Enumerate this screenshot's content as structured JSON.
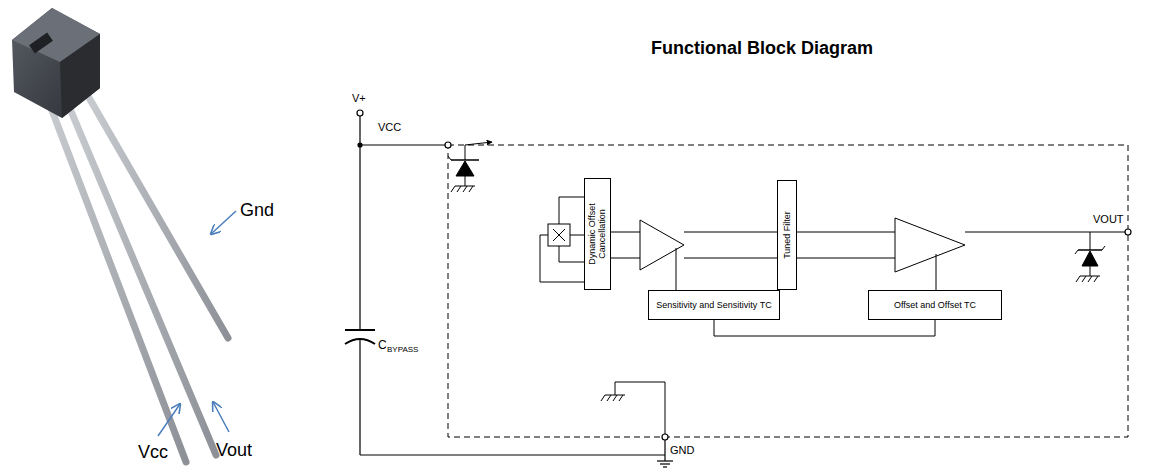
{
  "diagram": {
    "title": "Functional Block Diagram",
    "nodes": [
      {
        "text": [
          "Dynamic Offset Cancellation"
        ]
      },
      {
        "text": [
          "Tuned Filter"
        ]
      },
      {
        "text": [
          "Sensitivity and Sensitivity TC"
        ]
      },
      {
        "text": [
          "Offset and Offset TC"
        ]
      }
    ],
    "edges": [
      {
        "from": 2,
        "to": 3,
        "arrow": "none"
      }
    ],
    "labels": [
      "Gnd",
      "Vcc",
      "Vout",
      "V+",
      "VCC",
      "C",
      "BYPASS",
      "VOUT",
      "GND"
    ]
  }
}
